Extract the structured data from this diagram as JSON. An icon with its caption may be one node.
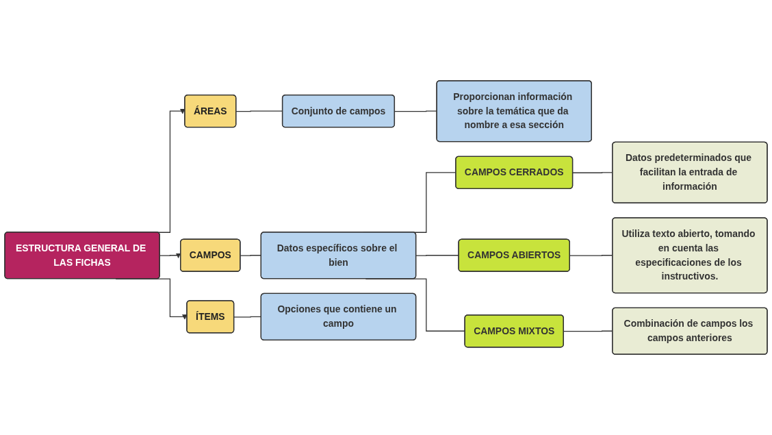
{
  "diagram": {
    "nodes": [
      {
        "text": [
          "ESTRUCTURA GENERAL DE LAS FICHAS"
        ]
      },
      {
        "text": [
          "ÁREAS"
        ]
      },
      {
        "text": [
          "Conjunto de campos"
        ]
      },
      {
        "text": [
          "Proporcionan información sobre la temática que da nombre a esa sección"
        ]
      },
      {
        "text": [
          "CAMPOS"
        ]
      },
      {
        "text": [
          "Datos específicos sobre el bien"
        ]
      },
      {
        "text": [
          "CAMPOS CERRADOS"
        ]
      },
      {
        "text": [
          "Datos predeterminados que facilitan la entrada de información"
        ]
      },
      {
        "text": [
          "CAMPOS ABIERTOS"
        ]
      },
      {
        "text": [
          "Utiliza texto abierto, tomando en cuenta las especificaciones de los instructivos."
        ]
      },
      {
        "text": [
          "CAMPOS MIXTOS"
        ]
      },
      {
        "text": [
          "Combinación de campos los campos anteriores"
        ]
      },
      {
        "text": [
          "ÍTEMS"
        ]
      },
      {
        "text": [
          "Opciones que contiene un campo"
        ]
      }
    ],
    "edges": [
      {
        "from": 0,
        "to": 1,
        "arrow": "to"
      },
      {
        "from": 0,
        "to": 4,
        "arrow": "to"
      },
      {
        "from": 0,
        "to": 12,
        "arrow": "to"
      },
      {
        "from": 1,
        "to": 2,
        "arrow": "none"
      },
      {
        "from": 2,
        "to": 3,
        "arrow": "none"
      },
      {
        "from": 4,
        "to": 5,
        "arrow": "none"
      },
      {
        "from": 5,
        "to": 6,
        "arrow": "none"
      },
      {
        "from": 5,
        "to": 8,
        "arrow": "none"
      },
      {
        "from": 5,
        "to": 10,
        "arrow": "none"
      },
      {
        "from": 6,
        "to": 7,
        "arrow": "none"
      },
      {
        "from": 8,
        "to": 9,
        "arrow": "none"
      },
      {
        "from": 10,
        "to": 11,
        "arrow": "none"
      },
      {
        "from": 12,
        "to": 13,
        "arrow": "none"
      }
    ]
  }
}
